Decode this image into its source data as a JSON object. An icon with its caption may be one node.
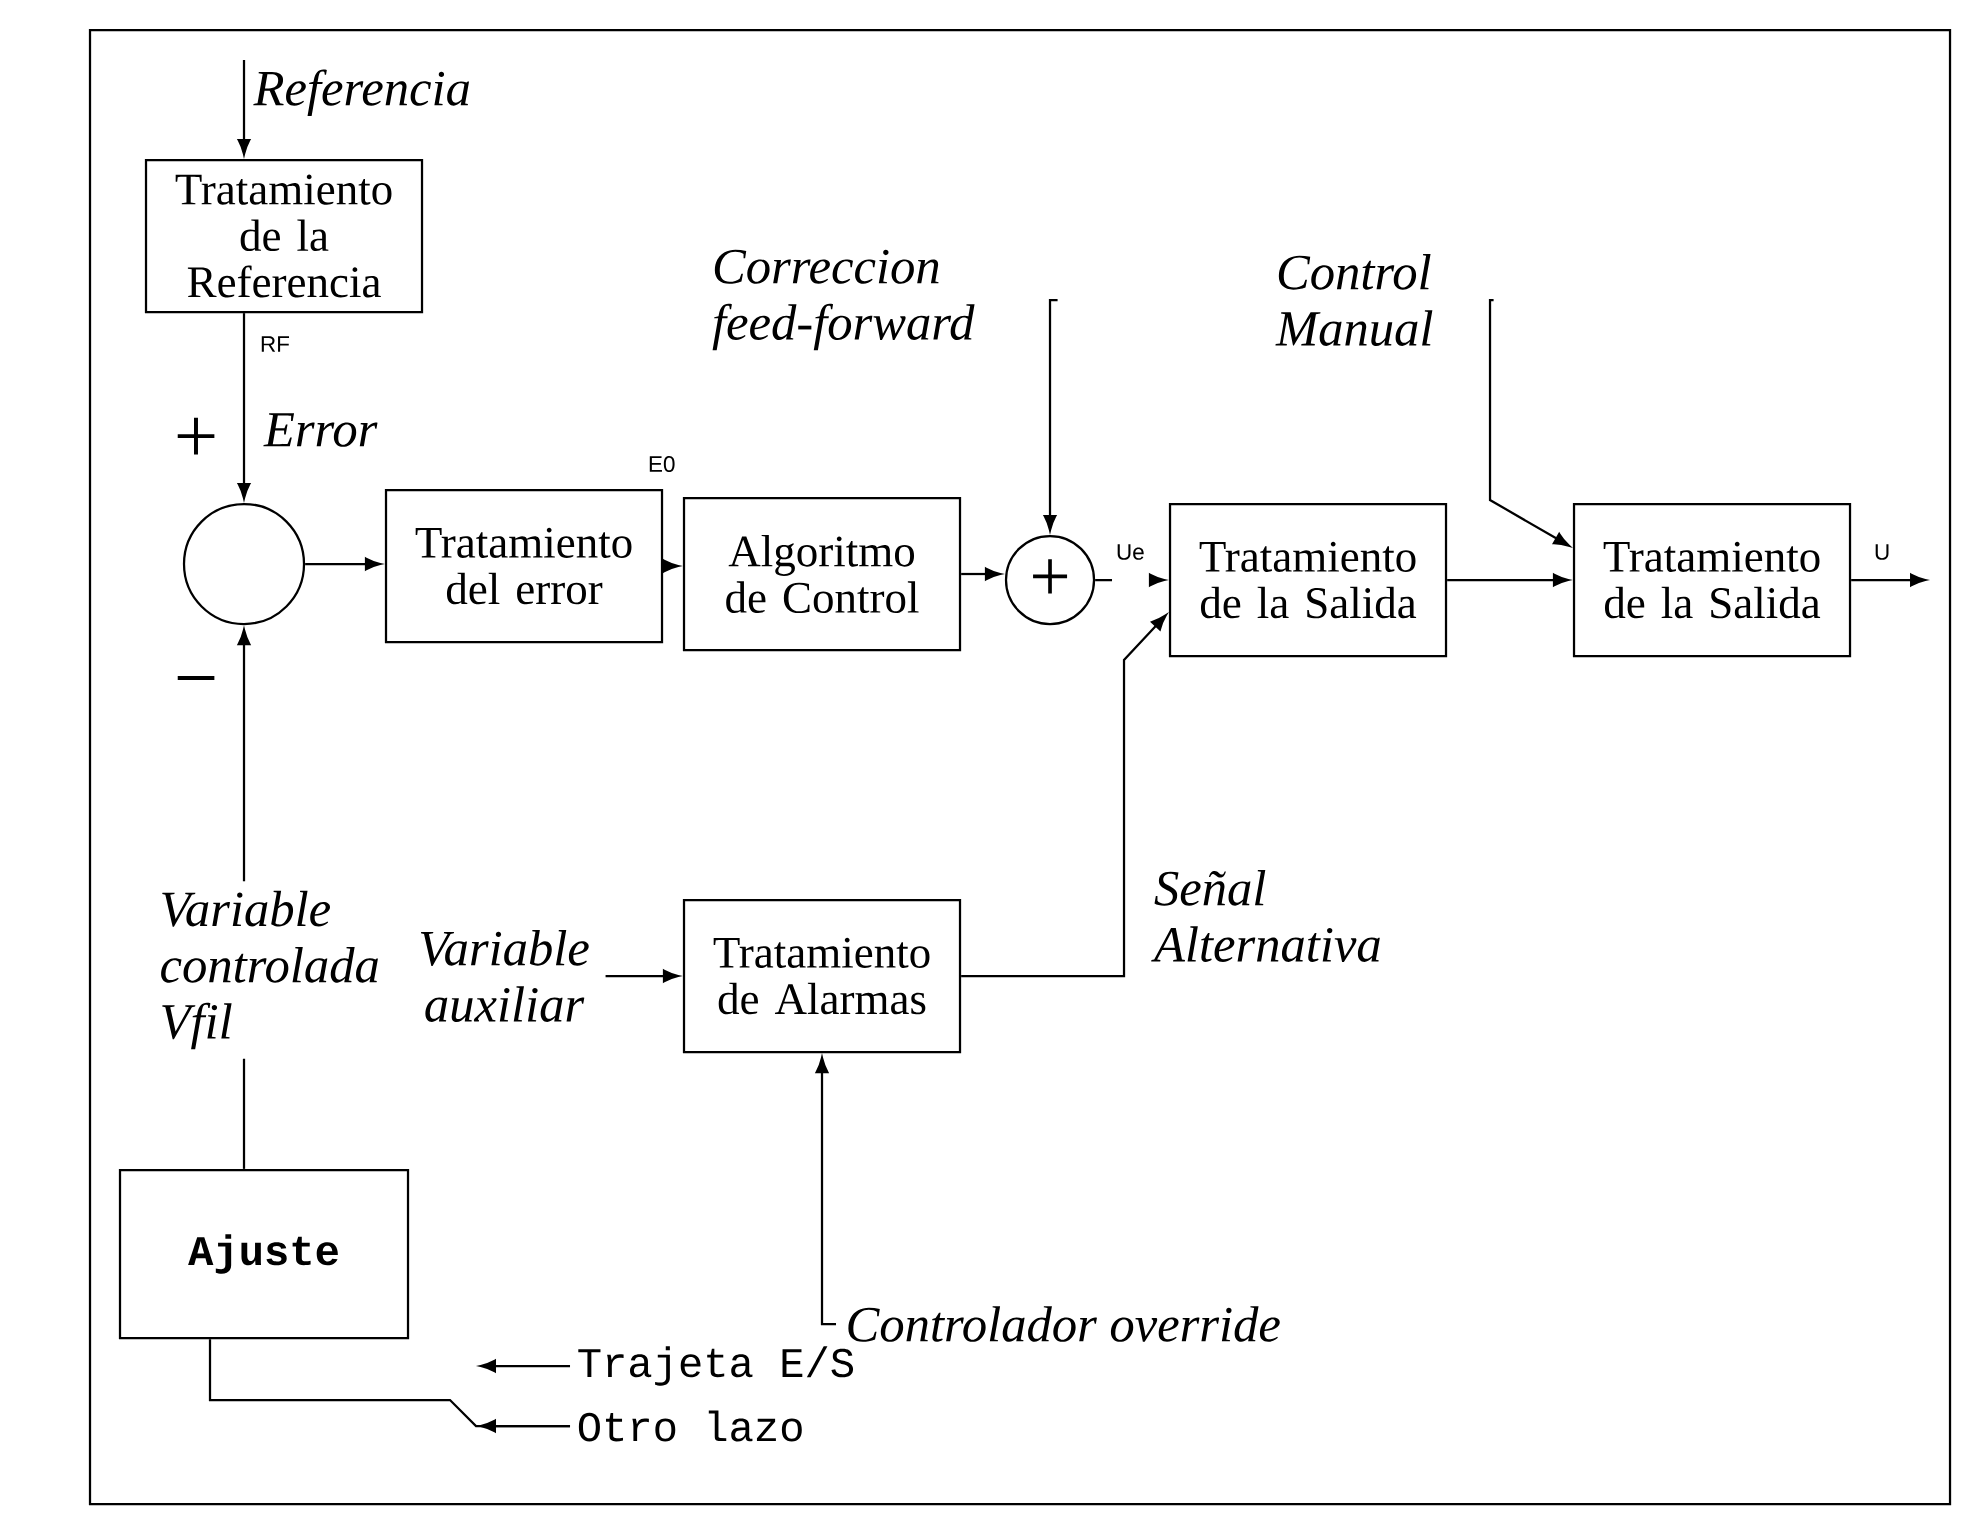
{
  "diagram": {
    "nodes": [
      {
        "text": [
          "Referencia"
        ]
      },
      {
        "text": [
          "Tratamiento de la Referencia"
        ]
      },
      {
        "text": [],
        "shape": "circle"
      },
      {
        "text": [
          "Tratamiento del error"
        ]
      },
      {
        "text": [
          "Algoritmo de Control"
        ]
      },
      {
        "text": [
          "+"
        ]
      },
      {
        "text": [
          "Correccion feed-forward"
        ]
      },
      {
        "text": [
          "Tratamiento de la Salida"
        ]
      },
      {
        "text": [
          "Control Manual"
        ]
      },
      {
        "text": [
          "Tratamiento de la Salida"
        ]
      },
      {
        "text": [
          "Variable controlada Vfil"
        ]
      },
      {
        "text": [
          "Tratamiento de Alarmas"
        ]
      },
      {
        "text": [
          "Variable auxiliar"
        ]
      },
      {
        "text": [
          "Controlador override"
        ]
      },
      {
        "text": [
          "Ajuste"
        ]
      },
      {
        "text": [
          "Trajeta E/S"
        ]
      },
      {
        "text": [
          "Otro lazo"
        ]
      }
    ],
    "edges": [
      {
        "from": 0,
        "to": 1,
        "arrow": "to"
      },
      {
        "from": 1,
        "to": 2,
        "arrow": "to",
        "label": "RF"
      },
      {
        "from": 2,
        "to": 3,
        "arrow": "to"
      },
      {
        "from": 3,
        "to": 4,
        "arrow": "to",
        "label": "E0"
      },
      {
        "from": 4,
        "to": 5,
        "arrow": "to"
      },
      {
        "from": 6,
        "to": 5,
        "arrow": "to"
      },
      {
        "from": 5,
        "to": 7,
        "arrow": "to",
        "label": "Ue"
      },
      {
        "from": 11,
        "to": 7,
        "arrow": "to",
        "label": "Señal Alternativa"
      },
      {
        "from": 7,
        "to": 9,
        "arrow": "to"
      },
      {
        "from": 8,
        "to": 9,
        "arrow": "to"
      },
      {
        "from": 9,
        "to": null,
        "arrow": "to",
        "label": "U"
      },
      {
        "from": 10,
        "to": 2,
        "arrow": "to"
      },
      {
        "from": 14,
        "to": 10,
        "arrow": "none"
      },
      {
        "from": 12,
        "to": 11,
        "arrow": "to"
      },
      {
        "from": 13,
        "to": 11,
        "arrow": "to"
      },
      {
        "from": 15,
        "to": null,
        "arrow": "to"
      },
      {
        "from": 16,
        "to": null,
        "arrow": "to"
      },
      {
        "from": 14,
        "to": 16,
        "arrow": "none"
      }
    ],
    "labels": [
      "+",
      "Error",
      "−"
    ]
  }
}
